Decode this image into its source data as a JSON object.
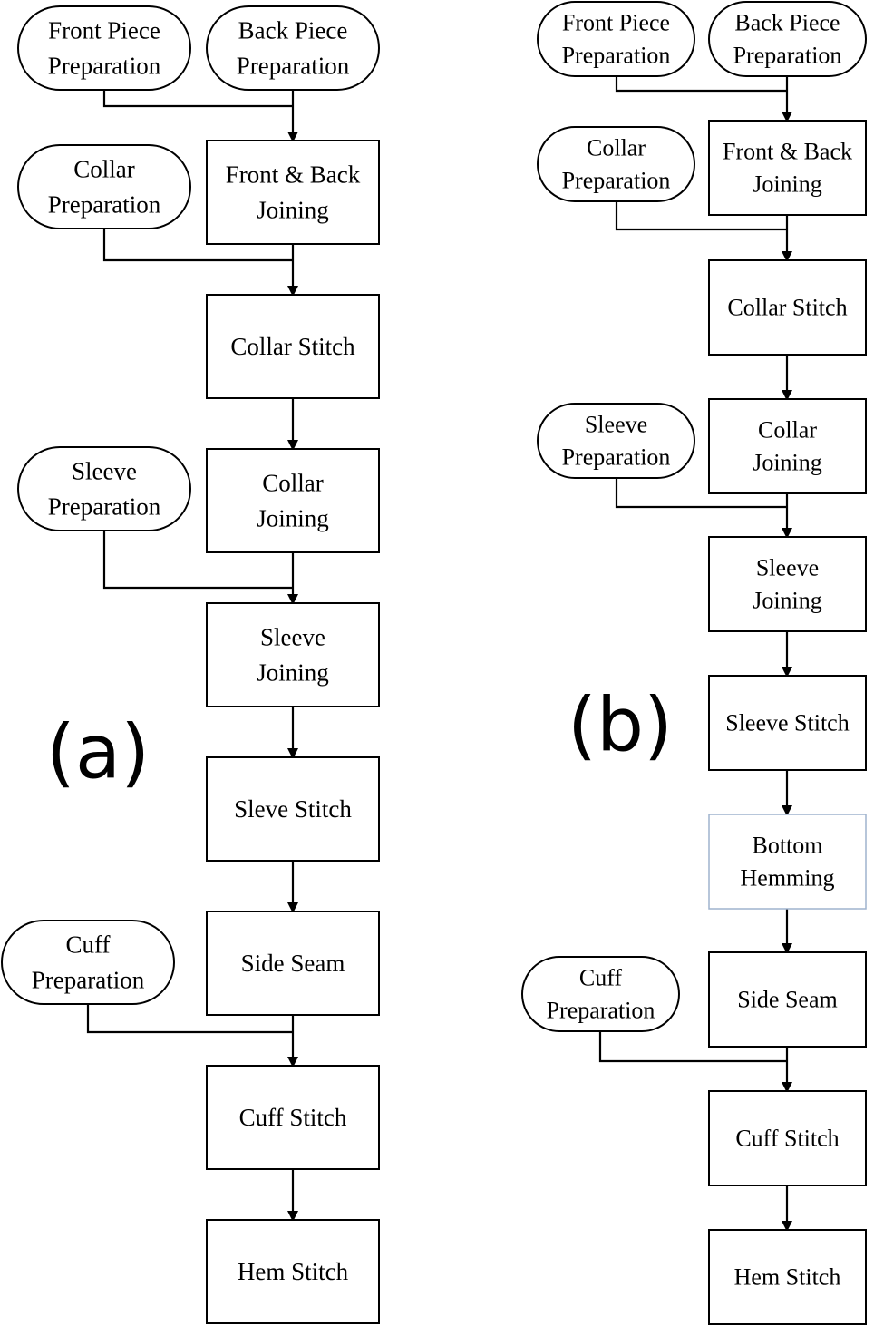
{
  "diagram_a": {
    "tag": "(a)",
    "prep": {
      "front": [
        "Front Piece",
        "Preparation"
      ],
      "back": [
        "Back Piece",
        "Preparation"
      ],
      "collar": [
        "Collar",
        "Preparation"
      ],
      "sleeve": [
        "Sleeve",
        "Preparation"
      ],
      "cuff": [
        "Cuff",
        "Preparation"
      ]
    },
    "steps": [
      [
        "Front & Back",
        "Joining"
      ],
      [
        "Collar Stitch"
      ],
      [
        "Collar",
        "Joining"
      ],
      [
        "Sleeve",
        "Joining"
      ],
      [
        "Sleve Stitch"
      ],
      [
        "Side Seam"
      ],
      [
        "Cuff Stitch"
      ],
      [
        "Hem Stitch"
      ]
    ]
  },
  "diagram_b": {
    "tag": "(b)",
    "prep": {
      "front": [
        "Front Piece",
        "Preparation"
      ],
      "back": [
        "Back Piece",
        "Preparation"
      ],
      "collar": [
        "Collar",
        "Preparation"
      ],
      "sleeve": [
        "Sleeve",
        "Preparation"
      ],
      "cuff": [
        "Cuff",
        "Preparation"
      ]
    },
    "steps": [
      [
        "Front & Back",
        "Joining"
      ],
      [
        "Collar Stitch"
      ],
      [
        "Collar",
        "Joining"
      ],
      [
        "Sleeve",
        "Joining"
      ],
      [
        "Sleeve Stitch"
      ],
      [
        "Bottom",
        "Hemming"
      ],
      [
        "Side Seam"
      ],
      [
        "Cuff Stitch"
      ],
      [
        "Hem Stitch"
      ]
    ]
  },
  "colors": {
    "stroke": "#000000",
    "highlight_box_stroke": "#9fb3cd",
    "background": "#ffffff"
  }
}
